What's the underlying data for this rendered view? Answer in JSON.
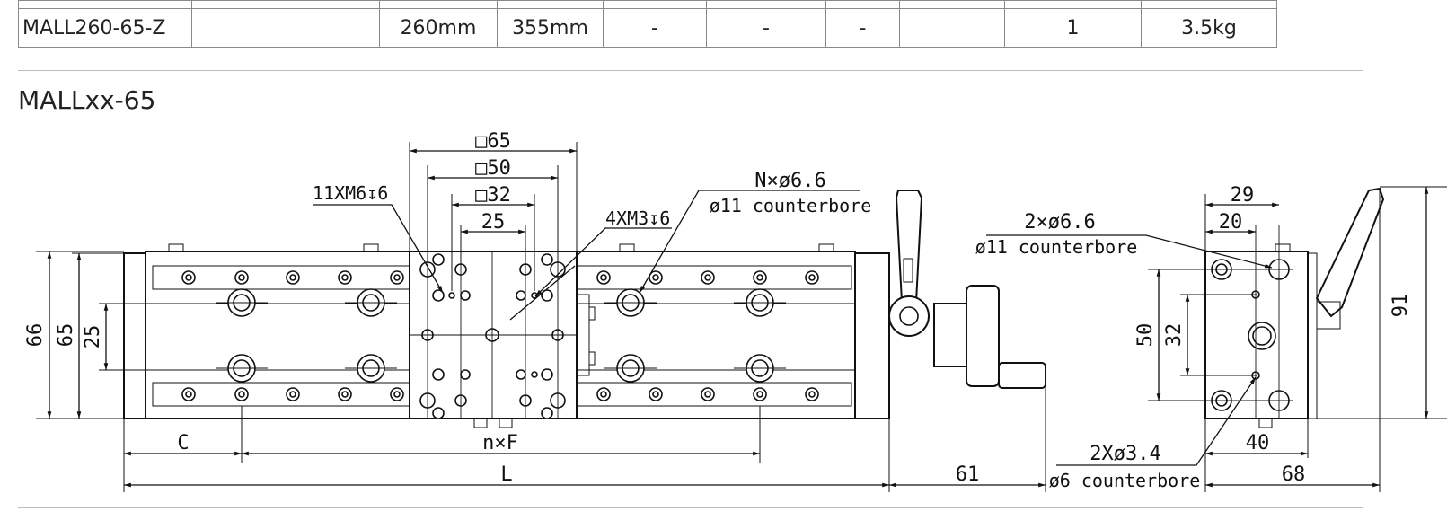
{
  "table": {
    "row": [
      "MALL260-65-Z",
      "",
      "260mm",
      "355mm",
      "-",
      "-",
      "-",
      "",
      "1",
      "3.5kg"
    ]
  },
  "section_title": "MALLxx-65",
  "labels": {
    "sq65": "□65",
    "sq50": "□50",
    "sq32": "□32",
    "d25_top": "25",
    "m6": "11XM6↧6",
    "m3": "4XM3↧6",
    "n_hole_1": "N×ø6.6",
    "n_hole_2": "ø11 counterbore",
    "h66": "66",
    "h65": "65",
    "h25": "25",
    "c": "C",
    "nf": "n×F",
    "l": "L",
    "d61": "61",
    "side_29": "29",
    "side_20": "20",
    "side_hole_1": "2×ø6.6",
    "side_hole_2": "ø11 counterbore",
    "side_50": "50",
    "side_32": "32",
    "side_small_1": "2Xø3.4",
    "side_small_2": "ø6 counterbore",
    "side_40": "40",
    "side_68": "68",
    "side_91": "91"
  }
}
